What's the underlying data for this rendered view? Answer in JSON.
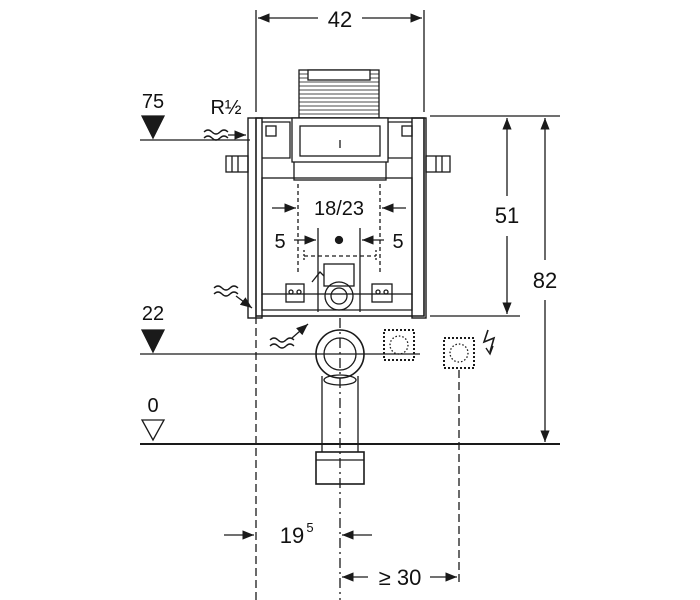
{
  "dimensions": {
    "top_width": "42",
    "level_75": "75",
    "inlet": "R½",
    "level_22": "22",
    "level_0": "0",
    "frame_inner": "18/23",
    "offset_left": "5",
    "offset_right": "5",
    "height_51": "51",
    "height_82": "82",
    "axis_offset": "19",
    "axis_offset_sup": "5",
    "min_distance": "≥ 30"
  },
  "colors": {
    "line": "#1a1a1a",
    "background": "#ffffff"
  }
}
